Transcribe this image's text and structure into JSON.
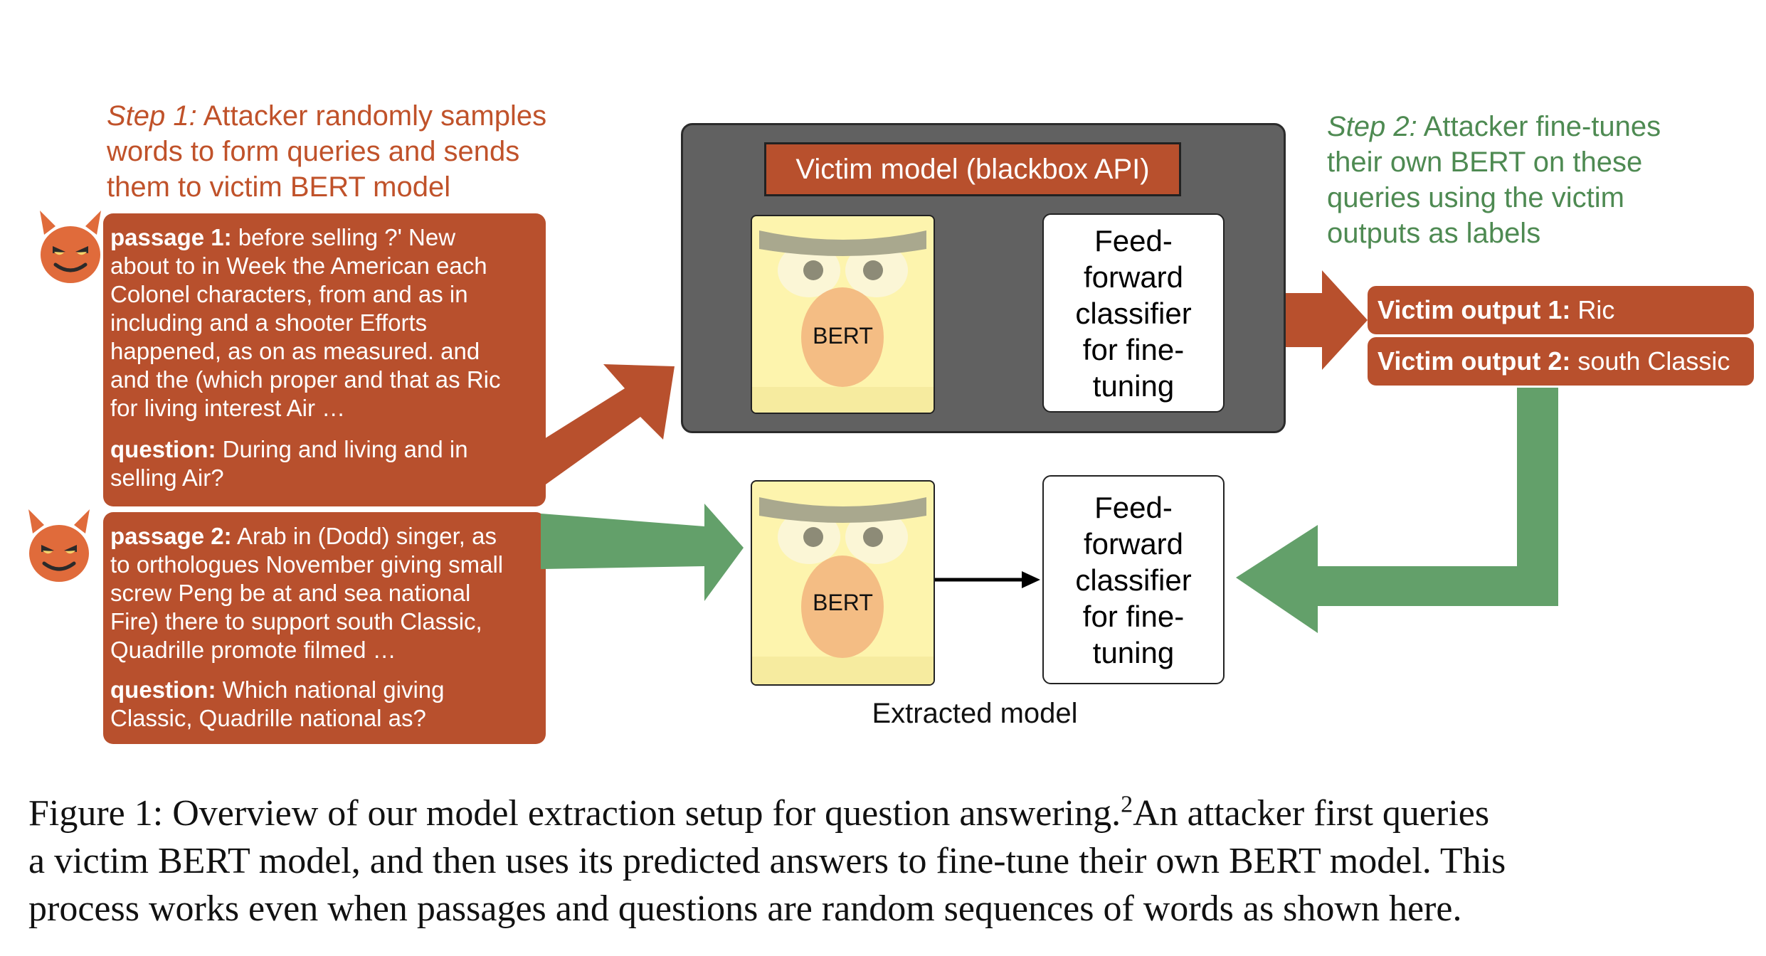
{
  "step1": {
    "label": "Step 1:",
    "line1": " Attacker randomly samples",
    "line2": "words to form queries and sends",
    "line3": "them to victim BERT model"
  },
  "step2": {
    "label": "Step 2:",
    "line1": " Attacker fine-tunes",
    "line2": "their own BERT on these",
    "line3": "queries using the victim",
    "line4": "outputs as labels"
  },
  "query1": {
    "passage_label": "passage 1:",
    "passage_lines": [
      " before selling ?' New",
      "about to in Week the American each",
      "Colonel characters, from and as in",
      "including and a shooter Efforts",
      "happened, as on as measured. and",
      "and the (which proper and that as Ric",
      "for living interest Air …"
    ],
    "question_label": "question:",
    "question_lines": [
      " During and living and in",
      "selling Air?"
    ]
  },
  "query2": {
    "passage_label": "passage 2:",
    "passage_lines": [
      " Arab in (Dodd) singer, as",
      "to orthologues November giving small",
      "screw Peng be at and sea national",
      "Fire) there to support south Classic,",
      "Quadrille promote filmed …"
    ],
    "question_label": "question:",
    "question_lines": [
      " Which national giving",
      "Classic, Quadrille national as?"
    ]
  },
  "victim": {
    "title": "Victim model (blackbox API)",
    "bert_label": "BERT",
    "classifier_lines": [
      "Feed-",
      "forward",
      "classifier",
      "for fine-",
      "tuning"
    ]
  },
  "extracted": {
    "bert_label": "BERT",
    "classifier_lines": [
      "Feed-",
      "forward",
      "classifier",
      "for fine-",
      "tuning"
    ],
    "caption": "Extracted model"
  },
  "outputs": [
    {
      "label": "Victim output 1:",
      "value": " Ric"
    },
    {
      "label": "Victim output 2:",
      "value": " south Classic"
    }
  ],
  "figure_caption": {
    "part1": "Figure 1: Overview of our model extraction setup for question answering.",
    "footnote": "2",
    "part2": "An attacker first queries",
    "line2": "a victim BERT model, and then uses its predicted answers to fine-tune their own BERT model. This",
    "line3": "process works even when passages and questions are random sequences of words as shown here."
  },
  "colors": {
    "attacker_red": "#b8502d",
    "step1_text": "#c0522a",
    "step2_text": "#4e8a52",
    "green_arrow": "#63a06a",
    "victim_bg": "#616161",
    "bert_yellow": "#fdf4ad"
  },
  "icons": [
    "devil-icon",
    "bert-muppet-icon"
  ]
}
